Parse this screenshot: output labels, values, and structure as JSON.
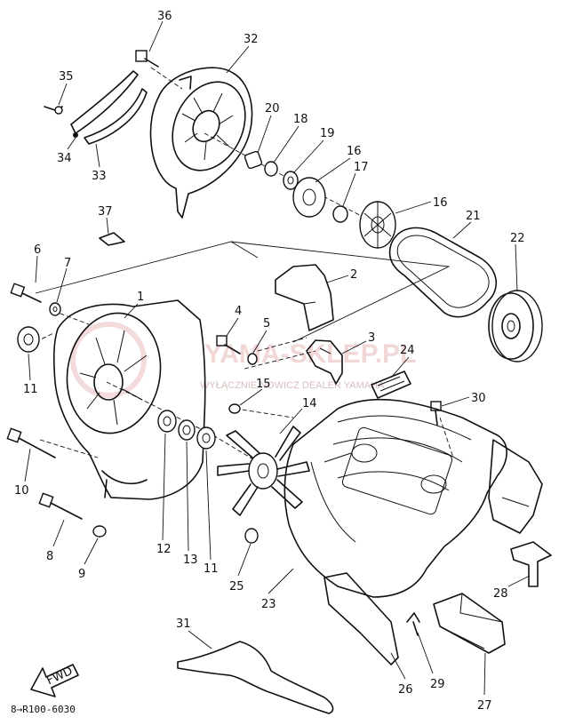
{
  "diagram": {
    "footer_code": "8→R100-6030",
    "fwd_label": "FWD",
    "watermark": {
      "text": "YAMA-SKLEP.PL",
      "subtext": "WYŁĄCZNIE NOWICZ DEALER YAMAHA"
    },
    "callouts": [
      {
        "id": "c36",
        "text": "36"
      },
      {
        "id": "c32",
        "text": "32"
      },
      {
        "id": "c35",
        "text": "35"
      },
      {
        "id": "c34",
        "text": "34"
      },
      {
        "id": "c33",
        "text": "33"
      },
      {
        "id": "c20",
        "text": "20"
      },
      {
        "id": "c18",
        "text": "18"
      },
      {
        "id": "c19",
        "text": "19"
      },
      {
        "id": "c16a",
        "text": "16"
      },
      {
        "id": "c17",
        "text": "17"
      },
      {
        "id": "c16b",
        "text": "16"
      },
      {
        "id": "c37",
        "text": "37"
      },
      {
        "id": "c21",
        "text": "21"
      },
      {
        "id": "c22",
        "text": "22"
      },
      {
        "id": "c6",
        "text": "6"
      },
      {
        "id": "c7",
        "text": "7"
      },
      {
        "id": "c1",
        "text": "1"
      },
      {
        "id": "c2",
        "text": "2"
      },
      {
        "id": "c4",
        "text": "4"
      },
      {
        "id": "c5",
        "text": "5"
      },
      {
        "id": "c3",
        "text": "3"
      },
      {
        "id": "c11a",
        "text": "11"
      },
      {
        "id": "c24",
        "text": "24"
      },
      {
        "id": "c15",
        "text": "15"
      },
      {
        "id": "c30",
        "text": "30"
      },
      {
        "id": "c14",
        "text": "14"
      },
      {
        "id": "c10",
        "text": "10"
      },
      {
        "id": "c12",
        "text": "12"
      },
      {
        "id": "c13",
        "text": "13"
      },
      {
        "id": "c11b",
        "text": "11"
      },
      {
        "id": "c8",
        "text": "8"
      },
      {
        "id": "c9",
        "text": "9"
      },
      {
        "id": "c25",
        "text": "25"
      },
      {
        "id": "c23",
        "text": "23"
      },
      {
        "id": "c28",
        "text": "28"
      },
      {
        "id": "c31",
        "text": "31"
      },
      {
        "id": "c26",
        "text": "26"
      },
      {
        "id": "c29",
        "text": "29"
      },
      {
        "id": "c27",
        "text": "27"
      }
    ]
  }
}
